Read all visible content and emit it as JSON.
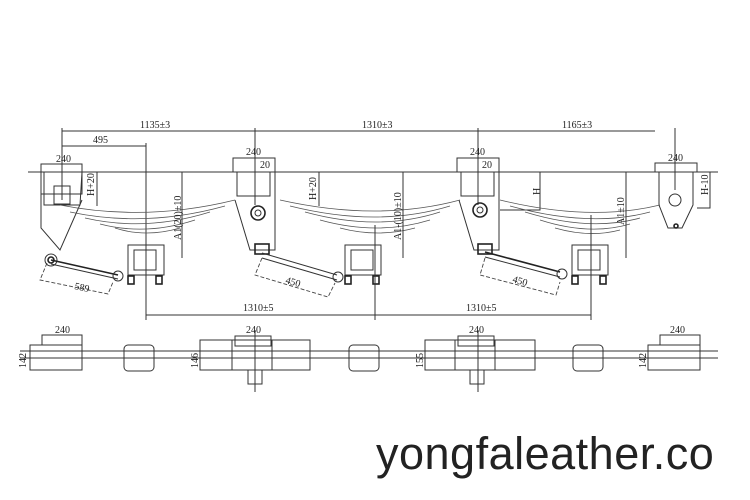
{
  "diagram": {
    "side_view": {
      "spacing_dims": [
        "1135±3",
        "1310±3",
        "1165±3"
      ],
      "offset_dim": "495",
      "hanger_widths": [
        "240",
        "240",
        "240",
        "240"
      ],
      "hanger_gaps": [
        "20",
        "20"
      ],
      "height_labels": [
        "H+20",
        "A1(20)±10",
        "H+20",
        "A1-(10)±10",
        "H",
        "A1±10",
        "H-10"
      ],
      "rod_lengths": [
        "589",
        "450",
        "450"
      ],
      "axle_spacing": [
        "1310±5",
        "1310±5"
      ]
    },
    "top_view": {
      "widths": [
        "240",
        "240",
        "240",
        "240"
      ],
      "heights": [
        "142",
        "146",
        "155",
        "142"
      ]
    }
  },
  "watermark": "yongfaleather.co"
}
